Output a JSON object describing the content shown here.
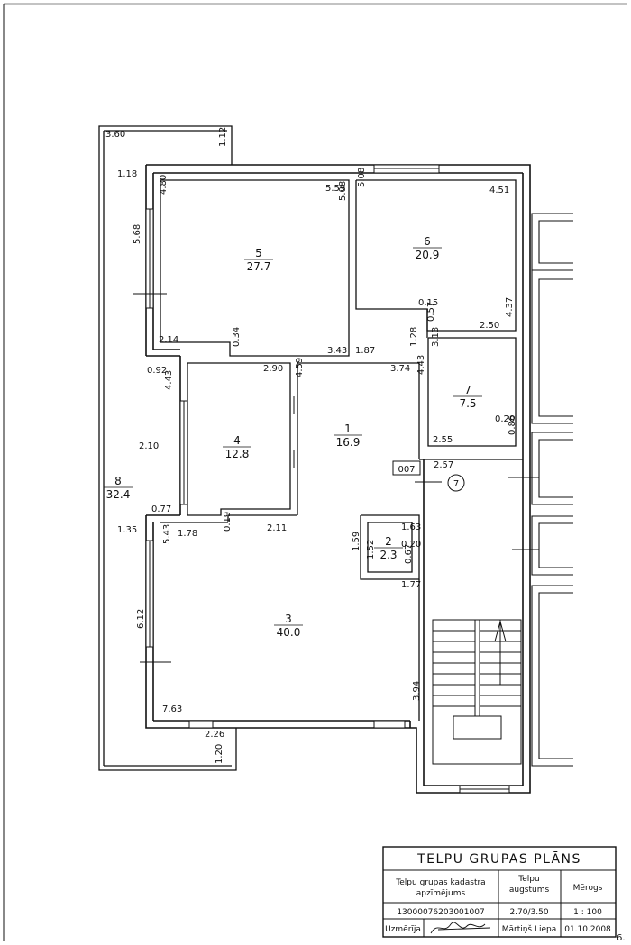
{
  "rooms": [
    {
      "id": "room-1",
      "number": "1",
      "area": "16.9"
    },
    {
      "id": "room-2",
      "number": "2",
      "area": "2.3"
    },
    {
      "id": "room-3",
      "number": "3",
      "area": "40.0"
    },
    {
      "id": "room-4",
      "number": "4",
      "area": "12.8"
    },
    {
      "id": "room-5",
      "number": "5",
      "area": "27.7"
    },
    {
      "id": "room-6",
      "number": "6",
      "area": "20.9"
    },
    {
      "id": "room-7",
      "number": "7",
      "area": "7.5"
    },
    {
      "id": "room-8",
      "number": "8",
      "area": "32.4"
    }
  ],
  "dimensions": [
    "3.60",
    "1.12",
    "1.18",
    "4.80",
    "5.59",
    "5.08",
    "5.08",
    "4.51",
    "5.68",
    "2.14",
    "0.34",
    "3.43",
    "1.87",
    "1.28",
    "0.15",
    "0.57",
    "2.50",
    "4.37",
    "0.92",
    "4.43",
    "2.90",
    "4.59",
    "3.74",
    "4.43",
    "3.13",
    "2.10",
    "0.20",
    "0.86",
    "2.55",
    "2.57",
    "0.77",
    "1.35",
    "5.43",
    "1.78",
    "0.19",
    "2.11",
    "1.63",
    "1.59",
    "1.52",
    "0.20",
    "0.67",
    "1.77",
    "6.12",
    "7.63",
    "3.94",
    "2.26",
    "1.20"
  ],
  "labels": {
    "entrance_code": "007",
    "stair_marker": "7"
  },
  "title_block": {
    "title": "TELPU GRUPAS PLĀNS",
    "col1_header_line1": "Telpu grupas kadastra",
    "col1_header_line2": "apzīmējums",
    "col2_header_line1": "Telpu",
    "col2_header_line2": "augstums",
    "col3_header": "Mērogs",
    "cadastral_id": "13000076203001007",
    "ceiling_height": "2.70/3.50",
    "scale": "1 : 100",
    "surveyor_label": "Uzmērīja",
    "surveyor_name": "Mārtiņš Liepa",
    "date": "01.10.2008"
  },
  "page_mark": "6."
}
